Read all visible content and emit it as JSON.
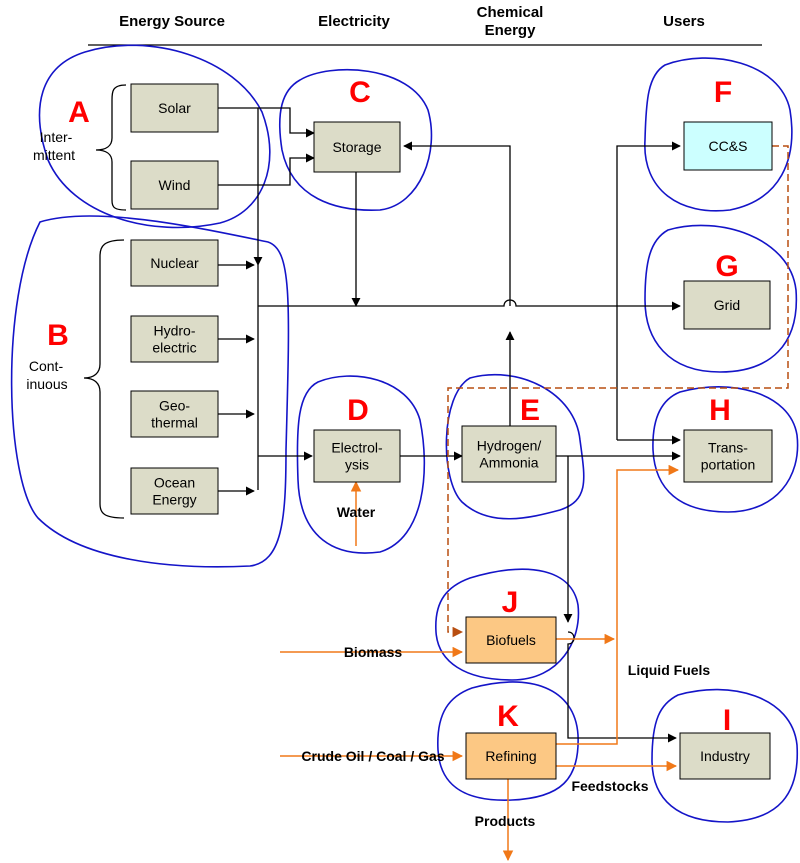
{
  "headers": {
    "energy_source": "Energy Source",
    "electricity": "Electricity",
    "chemical_energy_line1": "Chemical",
    "chemical_energy_line2": "Energy",
    "users": "Users"
  },
  "groups": {
    "A": "A",
    "B": "B",
    "C": "C",
    "D": "D",
    "E": "E",
    "F": "F",
    "G": "G",
    "H": "H",
    "I": "I",
    "J": "J",
    "K": "K"
  },
  "side_labels": {
    "intermittent_line1": "Inter-",
    "intermittent_line2": "mittent",
    "continuous_line1": "Cont-",
    "continuous_line2": "inuous"
  },
  "nodes": {
    "solar": [
      "Solar"
    ],
    "wind": [
      "Wind"
    ],
    "nuclear": [
      "Nuclear"
    ],
    "hydroelectric": [
      "Hydro-",
      "electric"
    ],
    "geothermal": [
      "Geo-",
      "thermal"
    ],
    "ocean": [
      "Ocean",
      "Energy"
    ],
    "storage": [
      "Storage"
    ],
    "electrolysis": [
      "Electrol-",
      "ysis"
    ],
    "hydrogen": [
      "Hydrogen/",
      "Ammonia"
    ],
    "ccs": [
      "CC&S"
    ],
    "grid": [
      "Grid"
    ],
    "transportation": [
      "Trans-",
      "portation"
    ],
    "biofuels": [
      "Biofuels"
    ],
    "refining": [
      "Refining"
    ],
    "industry": [
      "Industry"
    ]
  },
  "flow_labels": {
    "water": "Water",
    "biomass": "Biomass",
    "liquid_fuels": "Liquid Fuels",
    "crude": "Crude Oil / Coal / Gas",
    "feedstocks": "Feedstocks",
    "products": "Products"
  },
  "colors": {
    "box_fill": "#dcdcc8",
    "ccs_fill": "#ccffff",
    "ccs_text": "#8e3a6a",
    "orange_fill": "#fcc884",
    "orange_stroke": "#f07818",
    "outline_blue": "#1414c8",
    "letter_red": "#ff0000",
    "dashed_brown": "#b84e10"
  }
}
